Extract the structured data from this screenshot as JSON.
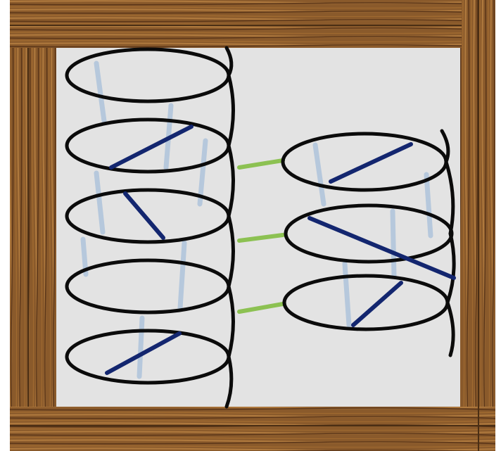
{
  "colors": {
    "canvas": "#e3e3e3",
    "wood_base": "#8a5a2b",
    "wood_light": "#b07a3e",
    "wood_dark": "#4a2e14",
    "helix": "#0b0b0b",
    "rung_light": "#b6c8dc",
    "rung_dark": "#13266f",
    "connector": "#8cc152"
  },
  "diagram": {
    "left_helix_turns": 5,
    "right_helix_turns": 3,
    "connector_count": 3
  }
}
